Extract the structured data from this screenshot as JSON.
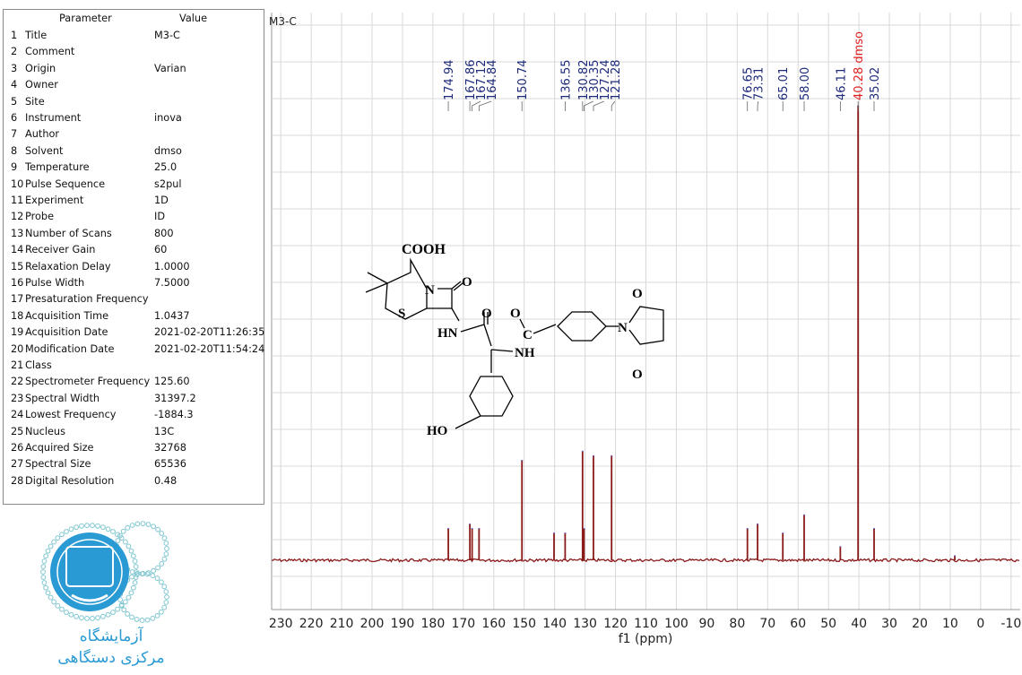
{
  "params": {
    "header_param": "Parameter",
    "header_value": "Value",
    "rows": [
      {
        "num": "1",
        "name": "Title",
        "value": "M3-C"
      },
      {
        "num": "2",
        "name": "Comment",
        "value": ""
      },
      {
        "num": "3",
        "name": "Origin",
        "value": "Varian"
      },
      {
        "num": "4",
        "name": "Owner",
        "value": ""
      },
      {
        "num": "5",
        "name": "Site",
        "value": ""
      },
      {
        "num": "6",
        "name": "Instrument",
        "value": "inova"
      },
      {
        "num": "7",
        "name": "Author",
        "value": ""
      },
      {
        "num": "8",
        "name": "Solvent",
        "value": "dmso"
      },
      {
        "num": "9",
        "name": "Temperature",
        "value": "25.0"
      },
      {
        "num": "10",
        "name": "Pulse Sequence",
        "value": "s2pul"
      },
      {
        "num": "11",
        "name": "Experiment",
        "value": "1D"
      },
      {
        "num": "12",
        "name": "Probe",
        "value": "ID"
      },
      {
        "num": "13",
        "name": "Number of Scans",
        "value": "800"
      },
      {
        "num": "14",
        "name": "Receiver Gain",
        "value": "60"
      },
      {
        "num": "15",
        "name": "Relaxation Delay",
        "value": "1.0000"
      },
      {
        "num": "16",
        "name": "Pulse Width",
        "value": "7.5000"
      },
      {
        "num": "17",
        "name": "Presaturation Frequency",
        "value": ""
      },
      {
        "num": "18",
        "name": "Acquisition Time",
        "value": "1.0437"
      },
      {
        "num": "19",
        "name": "Acquisition Date",
        "value": "2021-02-20T11:26:35"
      },
      {
        "num": "20",
        "name": "Modification Date",
        "value": "2021-02-20T11:54:24"
      },
      {
        "num": "21",
        "name": "Class",
        "value": ""
      },
      {
        "num": "22",
        "name": "Spectrometer Frequency",
        "value": "125.60"
      },
      {
        "num": "23",
        "name": "Spectral Width",
        "value": "31397.2"
      },
      {
        "num": "24",
        "name": "Lowest Frequency",
        "value": "-1884.3"
      },
      {
        "num": "25",
        "name": "Nucleus",
        "value": "13C"
      },
      {
        "num": "26",
        "name": "Acquired Size",
        "value": "32768"
      },
      {
        "num": "27",
        "name": "Spectral Size",
        "value": "65536"
      },
      {
        "num": "28",
        "name": "Digital Resolution",
        "value": "0.48"
      }
    ]
  },
  "chart_data": {
    "type": "line",
    "title": "M3-C",
    "xlabel": "f1 (ppm)",
    "ylabel": "",
    "xlim": [
      233,
      -13
    ],
    "x_reversed": true,
    "xticks": [
      230,
      220,
      210,
      200,
      190,
      180,
      170,
      160,
      150,
      140,
      130,
      120,
      110,
      100,
      90,
      80,
      70,
      60,
      50,
      40,
      30,
      20,
      10,
      0,
      -10
    ],
    "grid": true,
    "series": [
      {
        "x": [
          174.94,
          167.86,
          167.12,
          164.84,
          150.74,
          140.2,
          136.55,
          130.82,
          130.35,
          127.24,
          121.28,
          76.65,
          73.31,
          65.01,
          58.0,
          46.11,
          40.28,
          35.02,
          8.5
        ],
        "y": [
          0.07,
          0.08,
          0.07,
          0.07,
          0.22,
          0.06,
          0.06,
          0.24,
          0.07,
          0.23,
          0.23,
          0.07,
          0.08,
          0.06,
          0.1,
          0.03,
          1.0,
          0.07,
          0.01
        ]
      }
    ],
    "peak_labels": [
      {
        "x": 174.94,
        "label": "174.94"
      },
      {
        "x": 167.86,
        "label": "167.86"
      },
      {
        "x": 167.12,
        "label": "167.12"
      },
      {
        "x": 164.84,
        "label": "164.84"
      },
      {
        "x": 150.74,
        "label": "150.74"
      },
      {
        "x": 136.55,
        "label": "136.55"
      },
      {
        "x": 130.82,
        "label": "130.82"
      },
      {
        "x": 130.35,
        "label": "130.35"
      },
      {
        "x": 127.24,
        "label": "127.24"
      },
      {
        "x": 121.28,
        "label": "121.28"
      },
      {
        "x": 76.65,
        "label": "76.65"
      },
      {
        "x": 73.31,
        "label": "73.31"
      },
      {
        "x": 65.01,
        "label": "65.01"
      },
      {
        "x": 58.0,
        "label": "58.00"
      },
      {
        "x": 46.11,
        "label": "46.11"
      },
      {
        "x": 40.28,
        "label": "40.28 dmso"
      },
      {
        "x": 35.02,
        "label": "35.02"
      }
    ],
    "colors": {
      "spectrum": "#8b1a1a",
      "labels": "#1c2a7a",
      "solvent_label": "#e02020",
      "grid": "#d8d8d8"
    }
  },
  "structure": {
    "labels": {
      "cooh": "COOH",
      "n": "N",
      "o_lactam": "O",
      "s": "S",
      "hn": "HN",
      "o_amide1": "O",
      "o_amide2": "O",
      "c": "C",
      "nh": "NH",
      "ho": "HO",
      "n_mal": "N",
      "o_mal1": "O",
      "o_mal2": "O"
    }
  },
  "logo": {
    "line1": "آزمایشگاه",
    "line2": "مرکزی دستگاهی",
    "colors": {
      "main": "#2a9ad4",
      "ring": "#7fc6d0"
    }
  }
}
